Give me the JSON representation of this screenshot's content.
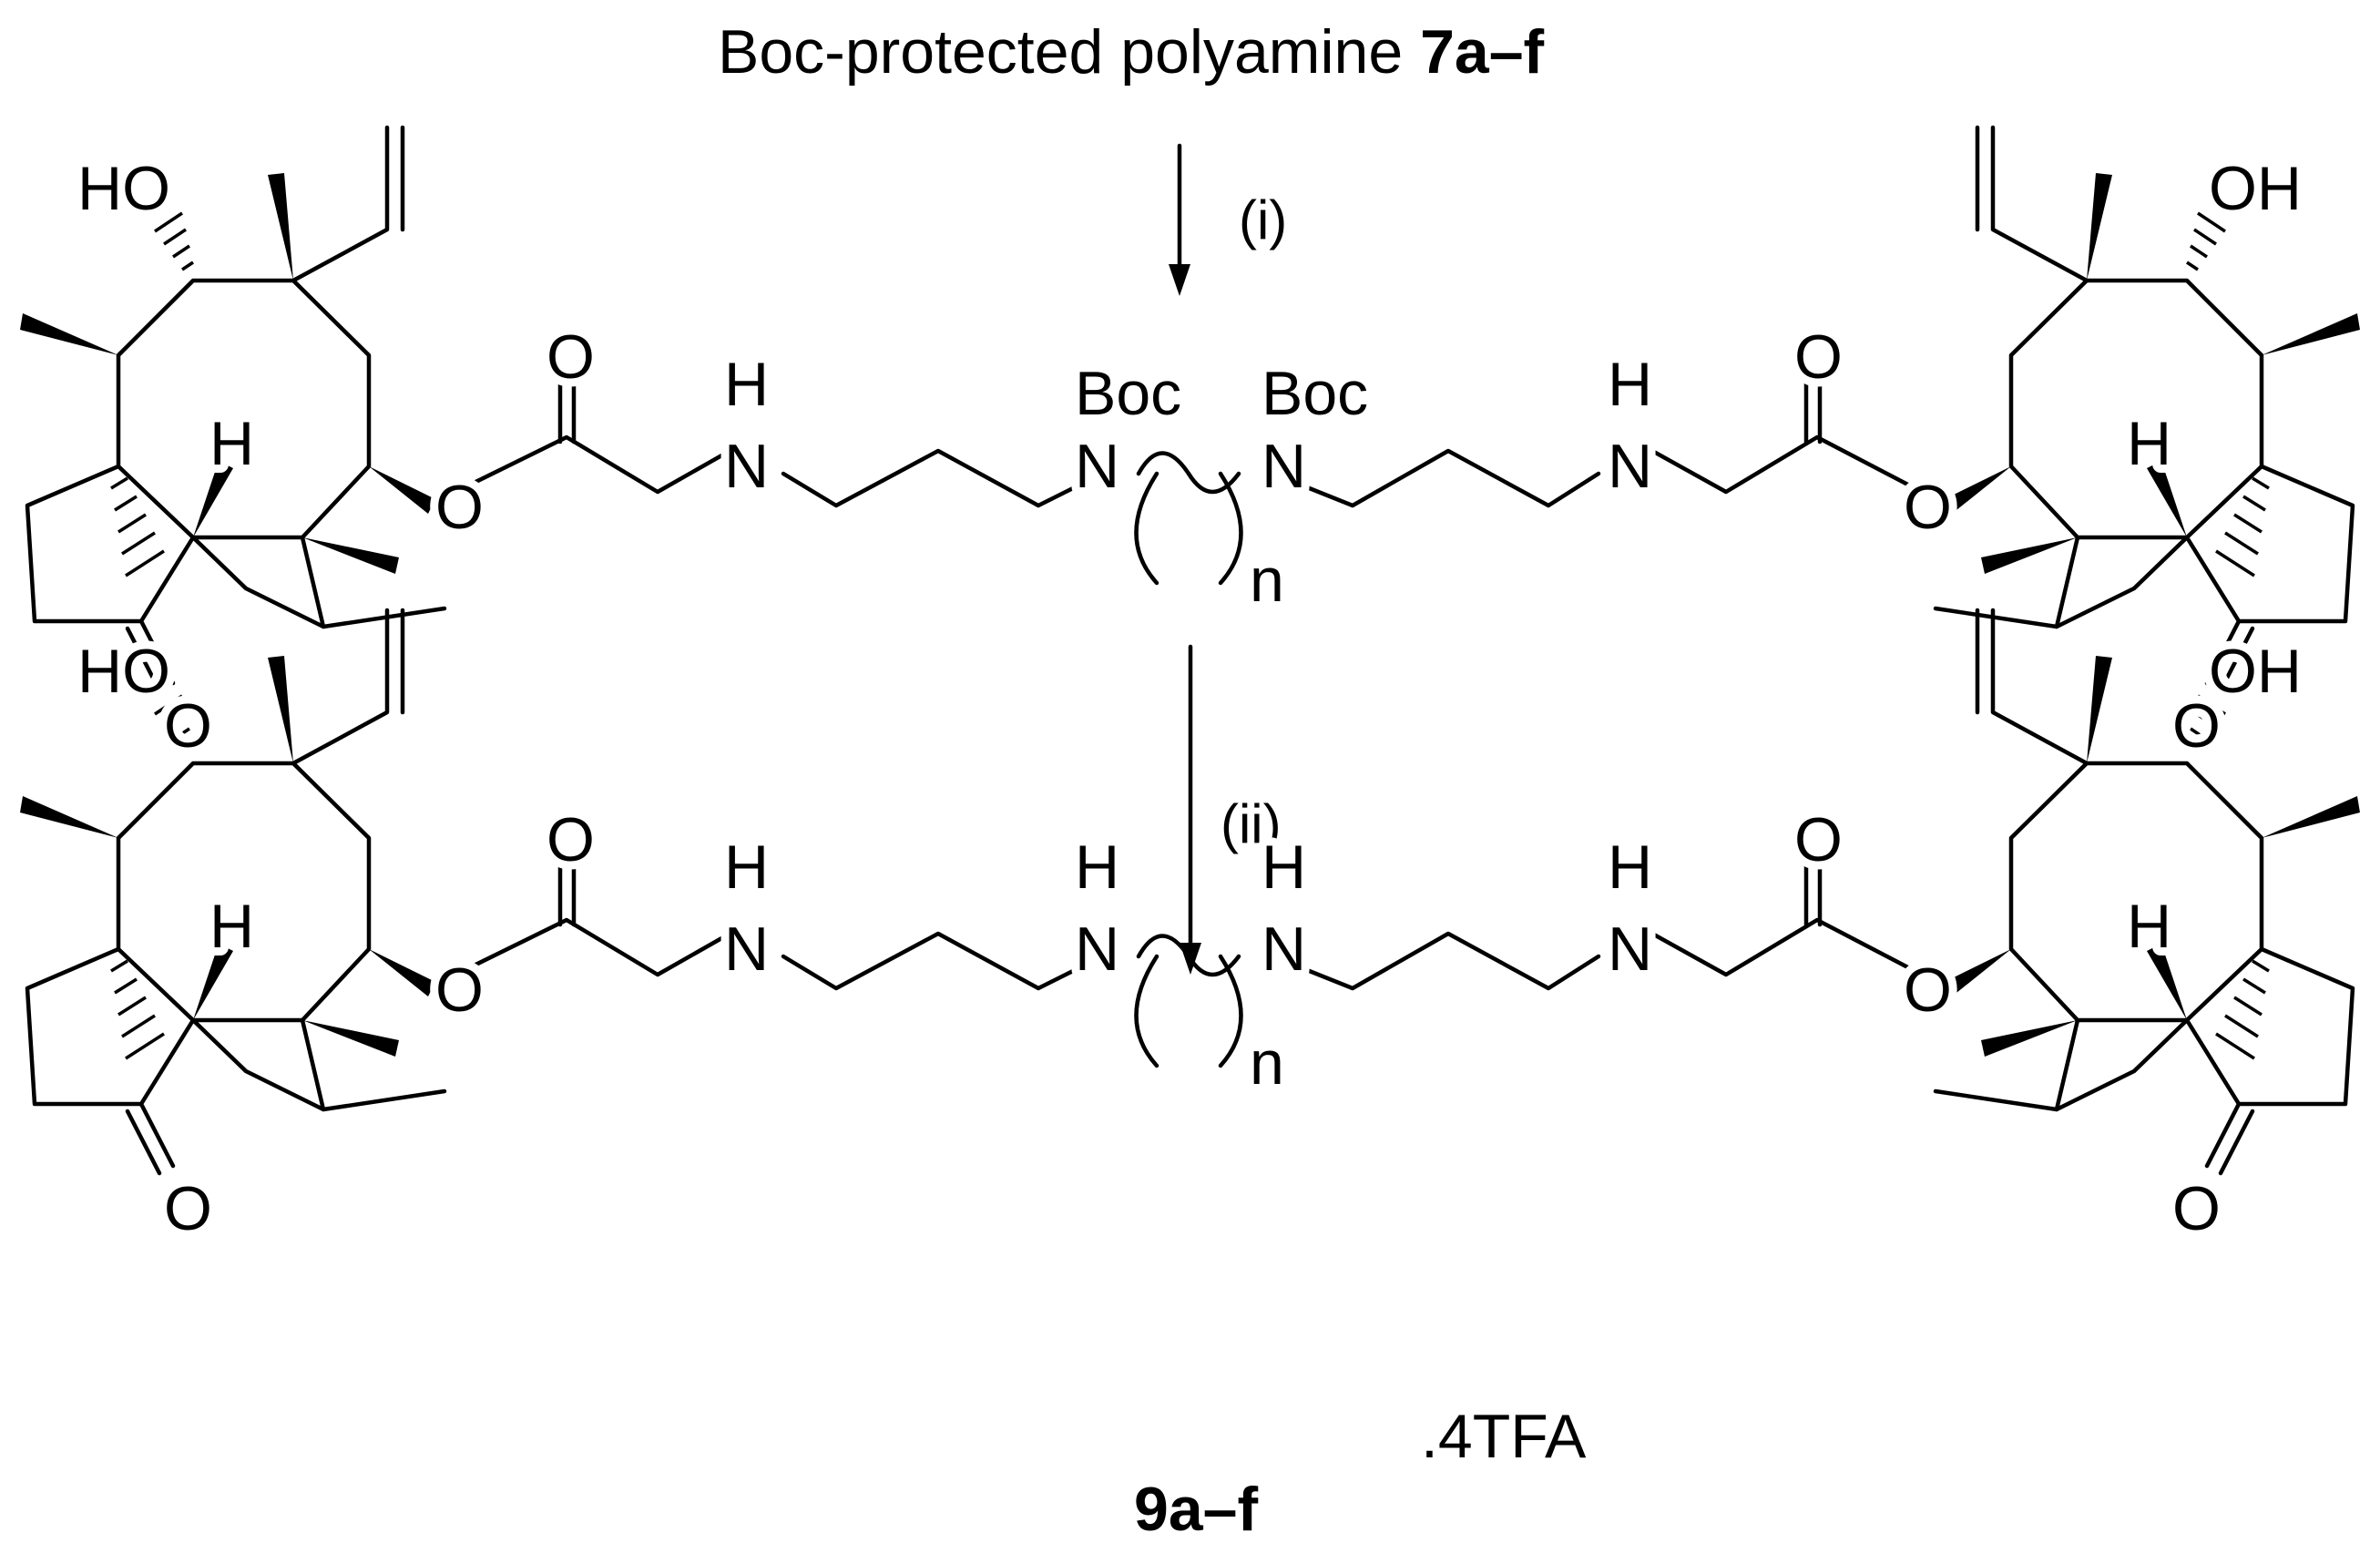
{
  "reagent": {
    "text": "Boc-protected polyamine ",
    "bold": "7a–f"
  },
  "steps": {
    "step1": "(i)",
    "step2": "(ii)"
  },
  "product": {
    "label": "9a–f",
    "salt": ".4TFA"
  },
  "atoms": {
    "oh_left": "HO",
    "oh_right": "OH",
    "h": "H",
    "o": "O",
    "n": "N",
    "nh_h": "H",
    "boc": "Boc",
    "subscript_n": "n"
  }
}
